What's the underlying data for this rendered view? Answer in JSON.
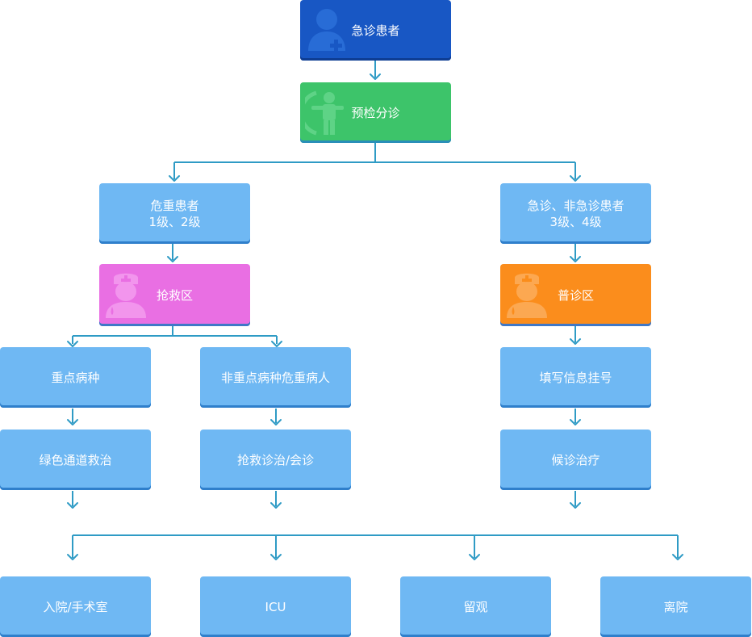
{
  "nodes": {
    "patient": "急诊患者",
    "triage": "预检分诊",
    "critical": {
      "line1": "危重患者",
      "line2": "1级、2级"
    },
    "general_patients": {
      "line1": "急诊、非急诊患者",
      "line2": "3级、4级"
    },
    "rescue_area": "抢救区",
    "clinic_area": "普诊区",
    "key_disease": "重点病种",
    "non_key_critical": "非重点病种危重病人",
    "register": "填写信息挂号",
    "green_channel": "绿色通道救治",
    "rescue_consult": "抢救诊治/会诊",
    "waiting_treatment": "候诊治疗",
    "admission": "入院/手术室",
    "icu": "ICU",
    "observation": "留观",
    "discharge": "离院"
  },
  "colors": {
    "dark_blue": "#1857c4",
    "green": "#3dc46a",
    "light_blue": "#6fb8f3",
    "magenta": "#e96fe3",
    "orange": "#fb8d1c",
    "connector": "#2f9bc5"
  },
  "icons": {
    "patient": "person-icon",
    "triage": "child-measure-icon",
    "rescue_area": "nurse-icon",
    "clinic_area": "nurse-icon"
  }
}
